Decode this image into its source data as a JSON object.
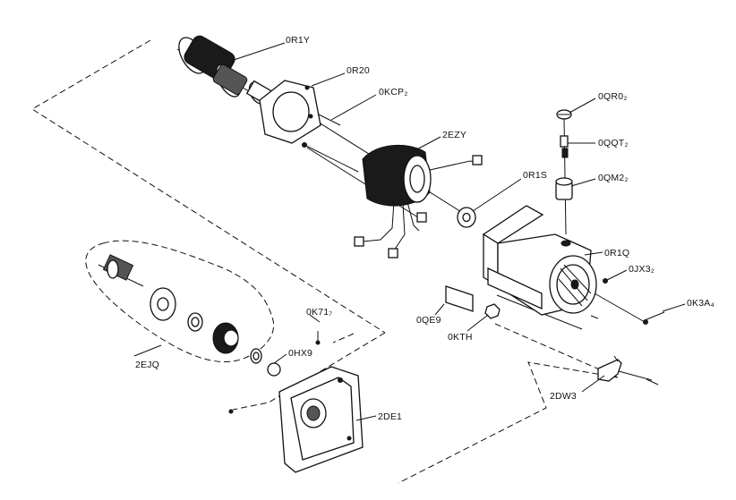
{
  "labels": {
    "armature": "0R1Y",
    "baffle": "0R20",
    "screw_kcp": "0KCP₂",
    "field": "2EZY",
    "bearing": "0R1S",
    "brush_cap": "0QR0₂",
    "brush": "0QQT₂",
    "brush_holder": "0QM2₂",
    "housing": "0R1Q",
    "screw_jx": "0JX3₂",
    "screw_k3a": "0K3A₄",
    "nameplate": "0QE9",
    "nut": "0KTH",
    "screw_k71": "0K71₇",
    "ring": "0HX9",
    "gear_assembly": "2EJQ",
    "clamp": "2DW3",
    "gear_case": "2DE1"
  }
}
